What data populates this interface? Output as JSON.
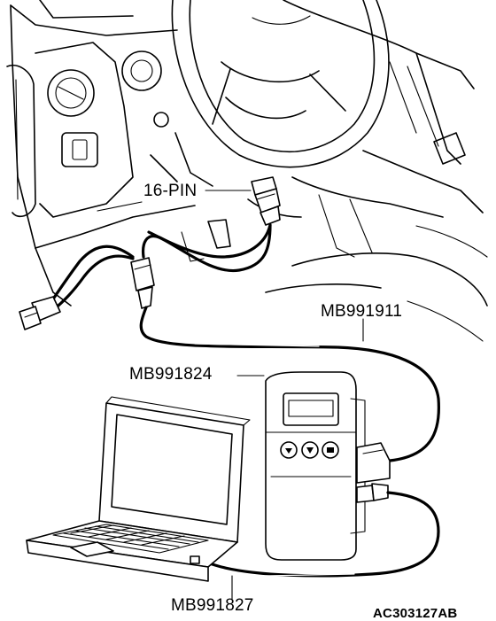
{
  "labels": {
    "connector": "16-PIN",
    "main_harness": "MB991911",
    "interface": "MB991824",
    "usb_cable": "MB991827",
    "figure_id": "AC303127AB"
  }
}
